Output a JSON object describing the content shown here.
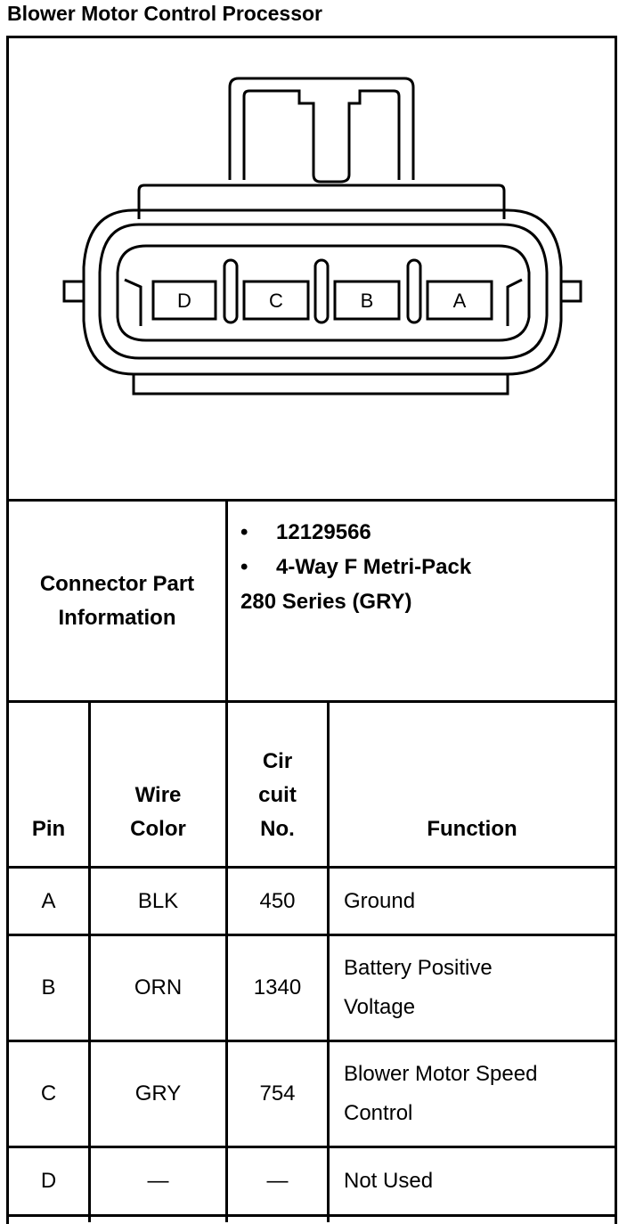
{
  "title": "Blower Motor Control Processor",
  "connector": {
    "pins": [
      "D",
      "C",
      "B",
      "A"
    ]
  },
  "part_info": {
    "label": "Connector Part Information",
    "bullets": [
      "12129566",
      "4-Way F Metri-Pack"
    ],
    "continuation": "280 Series (GRY)"
  },
  "table": {
    "headers": {
      "pin": "Pin",
      "wire_color": "Wire Color",
      "circuit": "Cir cuit No.",
      "function": "Function"
    },
    "rows": [
      {
        "pin": "A",
        "color": "BLK",
        "circuit": "450",
        "function": "Ground"
      },
      {
        "pin": "B",
        "color": "ORN",
        "circuit": "1340",
        "function": "Battery Positive Voltage"
      },
      {
        "pin": "C",
        "color": "GRY",
        "circuit": "754",
        "function": "Blower Motor Speed Control"
      },
      {
        "pin": "D",
        "color": "—",
        "circuit": "—",
        "function": "Not Used"
      }
    ]
  }
}
